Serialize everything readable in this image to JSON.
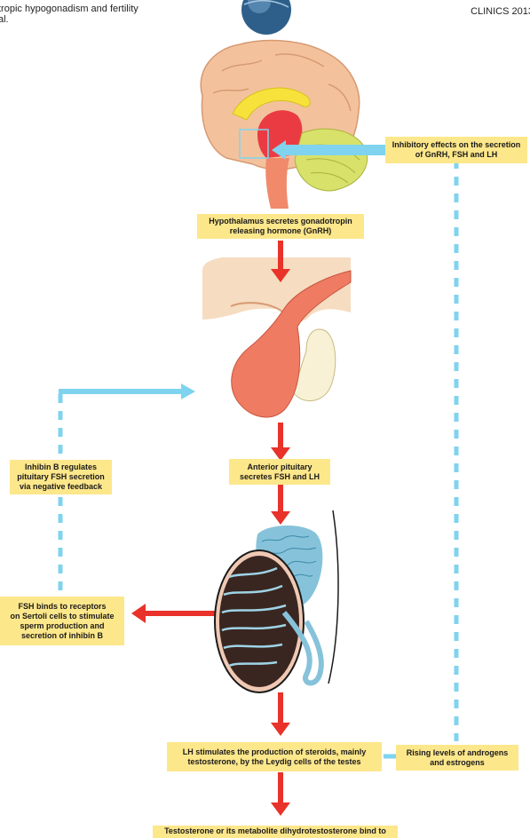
{
  "header": {
    "left_line1": "tropic hypogonadism and fertility",
    "left_line2": "al.",
    "right": "CLINICS 2013"
  },
  "labels": {
    "inhibitory": "Inhibitory effects on the secretion\nof GnRH, FSH and LH",
    "hypothalamus": "Hypothalamus secretes gonadotropin\nreleasing hormone (GnRH)",
    "inhibin": "Inhibin B regulates\npituitary FSH secretion\nvia negative feedback",
    "pituitary": "Anterior pituitary\nsecretes FSH and LH",
    "fsh": "FSH binds to receptors\non Sertoli cells to stimulate\nsperm production and\nsecretion of inhibin B",
    "lh": "LH stimulates the production of steroids, mainly\ntestosterone, by the Leydig cells of the testes",
    "rising": "Rising levels of androgens\nand estrogens",
    "bottom": "Testosterone or its metabolite dihydrotestosterone bind to"
  },
  "colors": {
    "label_bg": "#fde78b",
    "stimulatory_arrow": "#e8322a",
    "feedback_line": "#7fd3ee"
  }
}
